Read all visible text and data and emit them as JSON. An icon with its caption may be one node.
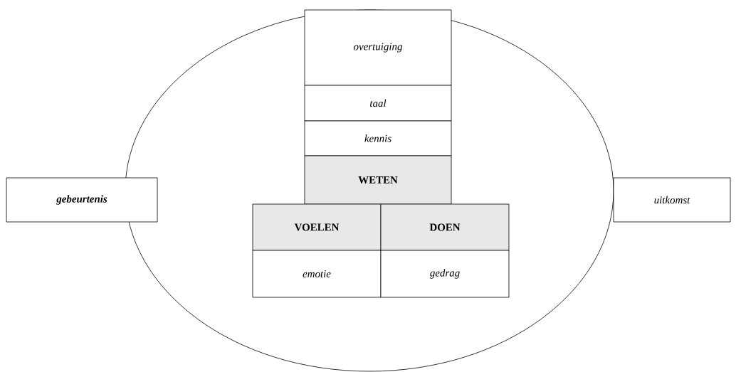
{
  "diagram": {
    "nodes": [
      {
        "text": [],
        "shape": "ellipse"
      },
      {
        "text": [
          "overtuiging"
        ],
        "in": 0
      },
      {
        "text": [
          "taal"
        ],
        "in": 0
      },
      {
        "text": [
          "kennis"
        ],
        "in": 0
      },
      {
        "text": [
          "WETEN"
        ],
        "in": 0
      },
      {
        "text": [
          "VOELEN"
        ],
        "in": 0
      },
      {
        "text": [
          "DOEN"
        ],
        "in": 0
      },
      {
        "text": [
          "emotie"
        ],
        "in": 0
      },
      {
        "text": [
          "gedrag"
        ],
        "in": 0
      },
      {
        "text": [
          "gebeurtenis"
        ]
      },
      {
        "text": [
          "uitkomst"
        ]
      }
    ]
  }
}
